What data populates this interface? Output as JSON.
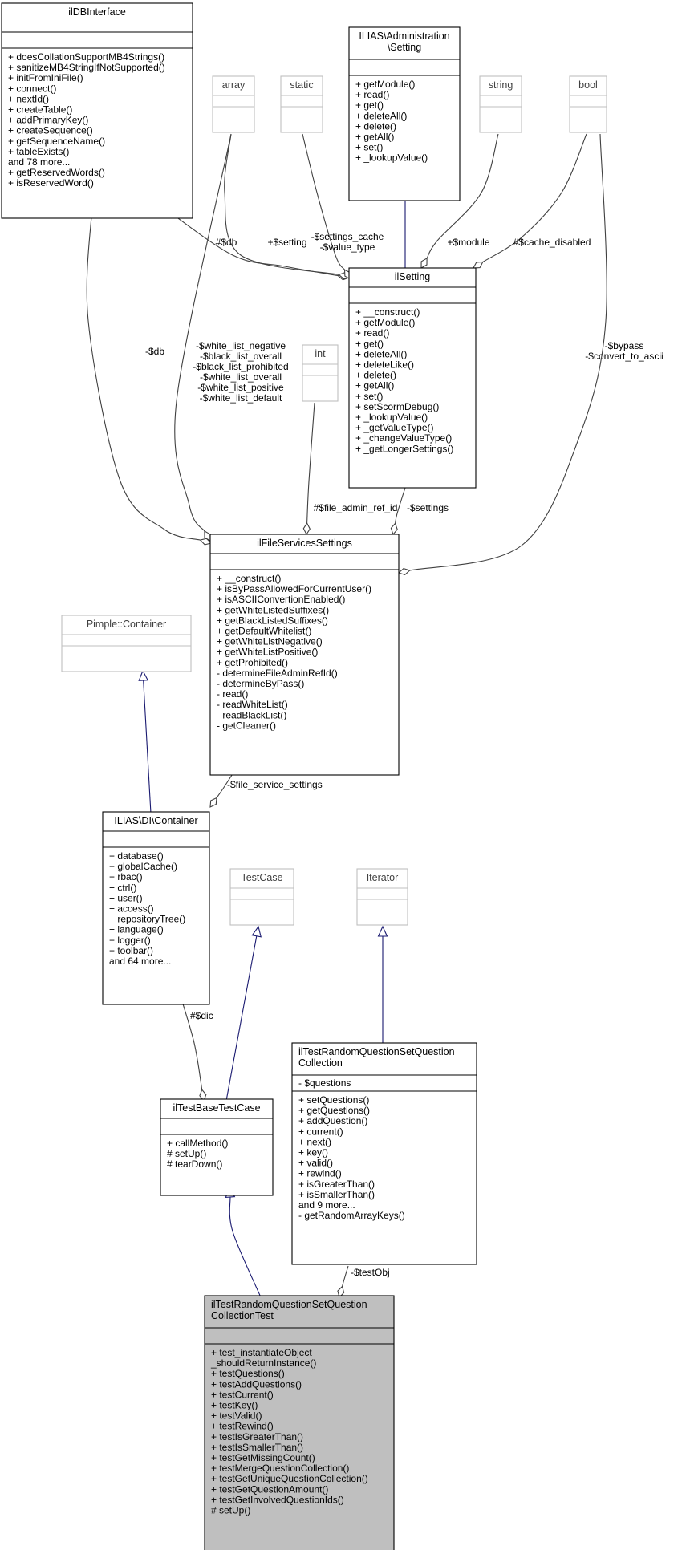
{
  "diagram": {
    "classes": [
      {
        "id": "ilDBInterface",
        "title": [
          "ilDBInterface"
        ],
        "style": "solid",
        "fill": "#ffffff",
        "attributes": [],
        "methods": [
          "+ doesCollationSupportMB4Strings()",
          "+ sanitizeMB4StringIfNotSupported()",
          "+ initFromIniFile()",
          "+ connect()",
          "+ nextId()",
          "+ createTable()",
          "+ addPrimaryKey()",
          "+ createSequence()",
          "+ getSequenceName()",
          "+ tableExists()",
          "and 78 more...",
          "+ getReservedWords()",
          "+ isReservedWord()"
        ]
      },
      {
        "id": "array",
        "title": [
          "array"
        ],
        "style": "gray",
        "fill": "#ffffff",
        "attributes": [],
        "methods": []
      },
      {
        "id": "static",
        "title": [
          "static"
        ],
        "style": "gray",
        "fill": "#ffffff",
        "attributes": [],
        "methods": []
      },
      {
        "id": "ILIASSetting",
        "title": [
          "ILIAS\\Administration",
          "\\Setting"
        ],
        "style": "solid",
        "fill": "#ffffff",
        "attributes": [],
        "methods": [
          "+ getModule()",
          "+ read()",
          "+ get()",
          "+ deleteAll()",
          "+ delete()",
          "+ getAll()",
          "+ set()",
          "+ _lookupValue()"
        ]
      },
      {
        "id": "string",
        "title": [
          "string"
        ],
        "style": "gray",
        "fill": "#ffffff",
        "attributes": [],
        "methods": []
      },
      {
        "id": "bool",
        "title": [
          "bool"
        ],
        "style": "gray",
        "fill": "#ffffff",
        "attributes": [],
        "methods": []
      },
      {
        "id": "ilSetting",
        "title": [
          "ilSetting"
        ],
        "style": "solid",
        "fill": "#ffffff",
        "attributes": [],
        "methods": [
          "+ __construct()",
          "+ getModule()",
          "+ read()",
          "+ get()",
          "+ deleteAll()",
          "+ deleteLike()",
          "+ delete()",
          "+ getAll()",
          "+ set()",
          "+ setScormDebug()",
          "+ _lookupValue()",
          "+ _getValueType()",
          "+ _changeValueType()",
          "+ _getLongerSettings()"
        ]
      },
      {
        "id": "int",
        "title": [
          "int"
        ],
        "style": "gray",
        "fill": "#ffffff",
        "attributes": [],
        "methods": []
      },
      {
        "id": "ilFileServicesSettings",
        "title": [
          "ilFileServicesSettings"
        ],
        "style": "solid",
        "fill": "#ffffff",
        "attributes": [],
        "methods": [
          "+ __construct()",
          "+ isByPassAllowedForCurrentUser()",
          "+ isASCIIConvertionEnabled()",
          "+ getWhiteListedSuffixes()",
          "+ getBlackListedSuffixes()",
          "+ getDefaultWhitelist()",
          "+ getWhiteListNegative()",
          "+ getWhiteListPositive()",
          "+ getProhibited()",
          "- determineFileAdminRefId()",
          "- determineByPass()",
          "- read()",
          "- readWhiteList()",
          "- readBlackList()",
          "- getCleaner()"
        ]
      },
      {
        "id": "PimpleContainer",
        "title": [
          "Pimple::Container"
        ],
        "style": "gray",
        "fill": "#ffffff",
        "attributes": [],
        "methods": []
      },
      {
        "id": "ILIASDIContainer",
        "title": [
          "ILIAS\\DI\\Container"
        ],
        "style": "solid",
        "fill": "#ffffff",
        "attributes": [],
        "methods": [
          "+ database()",
          "+ globalCache()",
          "+ rbac()",
          "+ ctrl()",
          "+ user()",
          "+ access()",
          "+ repositoryTree()",
          "+ language()",
          "+ logger()",
          "+ toolbar()",
          "and 64 more..."
        ]
      },
      {
        "id": "TestCase",
        "title": [
          "TestCase"
        ],
        "style": "gray",
        "fill": "#ffffff",
        "attributes": [],
        "methods": []
      },
      {
        "id": "Iterator",
        "title": [
          "Iterator"
        ],
        "style": "gray",
        "fill": "#ffffff",
        "attributes": [],
        "methods": []
      },
      {
        "id": "ilTestRandomQuestionSetQuestionCollection",
        "title": [
          "ilTestRandomQuestionSetQuestion",
          "Collection"
        ],
        "style": "solid",
        "fill": "#ffffff",
        "attributes": [
          "- $questions"
        ],
        "methods": [
          "+ setQuestions()",
          "+ getQuestions()",
          "+ addQuestion()",
          "+ current()",
          "+ next()",
          "+ key()",
          "+ valid()",
          "+ rewind()",
          "+ isGreaterThan()",
          "+ isSmallerThan()",
          "and 9 more...",
          "- getRandomArrayKeys()"
        ]
      },
      {
        "id": "ilTestBaseTestCase",
        "title": [
          "ilTestBaseTestCase"
        ],
        "style": "solid",
        "fill": "#ffffff",
        "attributes": [],
        "methods": [
          "+ callMethod()",
          "# setUp()",
          "# tearDown()"
        ]
      },
      {
        "id": "ilTestRandomQuestionSetQuestionCollectionTest",
        "title": [
          "ilTestRandomQuestionSetQuestion",
          "CollectionTest"
        ],
        "style": "solid",
        "fill": "#bfbfbf",
        "attributes": [],
        "methods": [
          "+ test_instantiateObject",
          "_shouldReturnInstance()",
          "+ testQuestions()",
          "+ testAddQuestions()",
          "+ testCurrent()",
          "+ testKey()",
          "+ testValid()",
          "+ testRewind()",
          "+ testIsGreaterThan()",
          "+ testIsSmallerThan()",
          "+ testGetMissingCount()",
          "+ testMergeQuestionCollection()",
          "+ testGetUniqueQuestionCollection()",
          "+ testGetQuestionAmount()",
          "+ testGetInvolvedQuestionIds()",
          "# setUp()"
        ]
      }
    ],
    "edges": [
      {
        "id": "ilDBInterface-to-ilSetting",
        "kind": "aggregation",
        "label": [
          "#$db"
        ]
      },
      {
        "id": "array-to-ilSetting",
        "kind": "aggregation",
        "label": [
          "+$setting"
        ]
      },
      {
        "id": "static-to-ilSetting",
        "kind": "aggregation",
        "label": [
          "-$settings_cache",
          "-$value_type"
        ]
      },
      {
        "id": "ILIASSetting-to-ilSetting",
        "kind": "inheritance",
        "label": []
      },
      {
        "id": "string-to-ilSetting",
        "kind": "aggregation",
        "label": [
          "+$module"
        ]
      },
      {
        "id": "bool-to-ilSetting",
        "kind": "aggregation",
        "label": [
          "#$cache_disabled"
        ]
      },
      {
        "id": "ilDBInterface-to-ilFileServicesSettings",
        "kind": "aggregation",
        "label": [
          "-$db"
        ]
      },
      {
        "id": "array-to-ilFileServicesSettings",
        "kind": "aggregation",
        "label": [
          "-$white_list_negative",
          "-$black_list_overall",
          "-$black_list_prohibited",
          "-$white_list_overall",
          "-$white_list_positive",
          "-$white_list_default"
        ]
      },
      {
        "id": "int-to-ilFileServicesSettings",
        "kind": "aggregation",
        "label": [
          "#$file_admin_ref_id"
        ]
      },
      {
        "id": "ilSetting-to-ilFileServicesSettings",
        "kind": "aggregation",
        "label": [
          "-$settings"
        ]
      },
      {
        "id": "bool-to-ilFileServicesSettings",
        "kind": "aggregation",
        "label": [
          "-$bypass",
          "-$convert_to_ascii"
        ]
      },
      {
        "id": "PimpleContainer-to-ILIASDIContainer",
        "kind": "inheritance",
        "label": []
      },
      {
        "id": "ilFileServicesSettings-to-ILIASDIContainer",
        "kind": "aggregation",
        "label": [
          "-$file_service_settings"
        ]
      },
      {
        "id": "ILIASDIContainer-to-ilTestBaseTestCase",
        "kind": "aggregation",
        "label": [
          "#$dic"
        ]
      },
      {
        "id": "TestCase-to-ilTestBaseTestCase",
        "kind": "inheritance",
        "label": []
      },
      {
        "id": "Iterator-to-ilTestRandomQuestionSetQuestionCollection",
        "kind": "inheritance",
        "label": []
      },
      {
        "id": "ilTestBaseTestCase-to-ilTestRandomQuestionSetQuestionCollectionTest",
        "kind": "inheritance",
        "label": []
      },
      {
        "id": "ilTestRandomQuestionSetQuestionCollection-to-ilTestRandomQuestionSetQuestionCollectionTest",
        "kind": "aggregation",
        "label": [
          "-$testObj"
        ]
      }
    ],
    "colors": {
      "inheritance_edge": "#191970",
      "aggregation_edge": "#404040",
      "solid_border": "#000000",
      "gray_border": "#bfbfbf",
      "gray_title_text": "#404040",
      "highlight_fill": "#bfbfbf"
    }
  }
}
